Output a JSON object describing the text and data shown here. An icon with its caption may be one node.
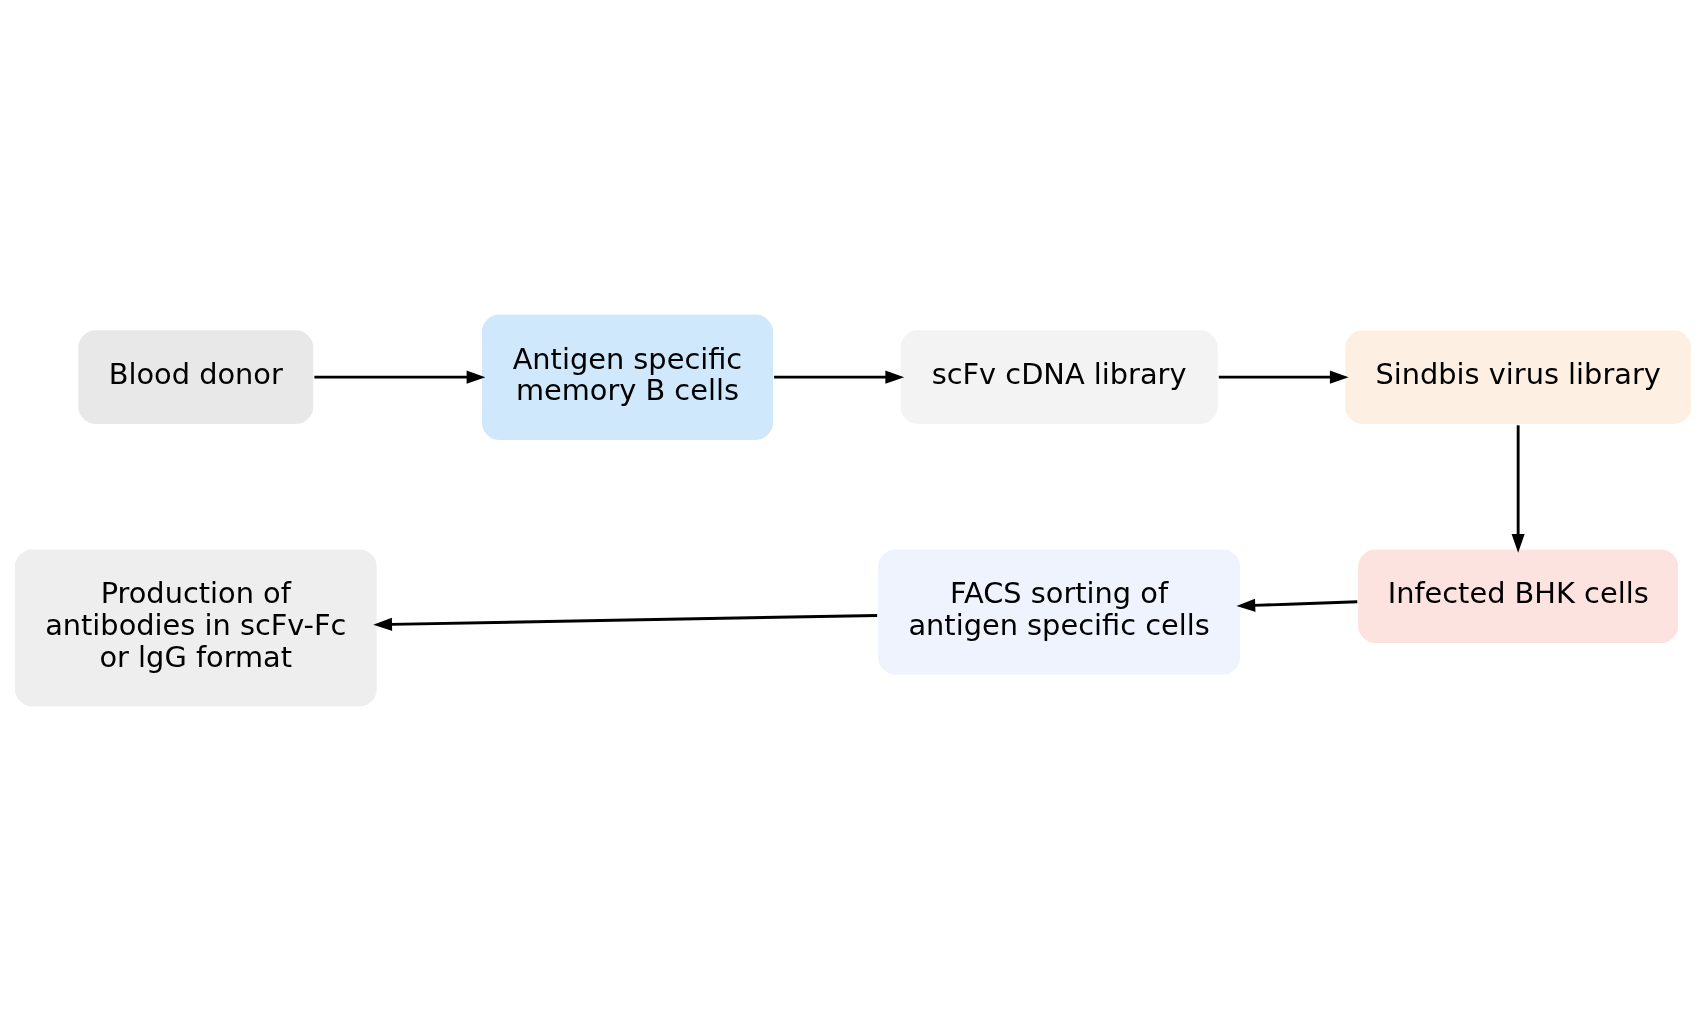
{
  "diagram": {
    "nodes": [
      {
        "text": [
          "Blood donor"
        ]
      },
      {
        "text": [
          "Antigen specific memory B cells"
        ]
      },
      {
        "text": [
          "scFv cDNA library"
        ]
      },
      {
        "text": [
          "Sindbis virus library"
        ]
      },
      {
        "text": [
          "Production of antibodies in scFv-Fc or lgG format"
        ]
      },
      {
        "text": [
          "FACS sorting of antigen specific cells"
        ]
      },
      {
        "text": [
          "Infected BHK cells"
        ]
      }
    ],
    "edges": [
      {
        "from": 0,
        "to": 1,
        "arrow": "to"
      },
      {
        "from": 1,
        "to": 2,
        "arrow": "to"
      },
      {
        "from": 2,
        "to": 3,
        "arrow": "to"
      },
      {
        "from": 3,
        "to": 6,
        "arrow": "to"
      },
      {
        "from": 6,
        "to": 5,
        "arrow": "to"
      },
      {
        "from": 5,
        "to": 4,
        "arrow": "to"
      }
    ]
  }
}
